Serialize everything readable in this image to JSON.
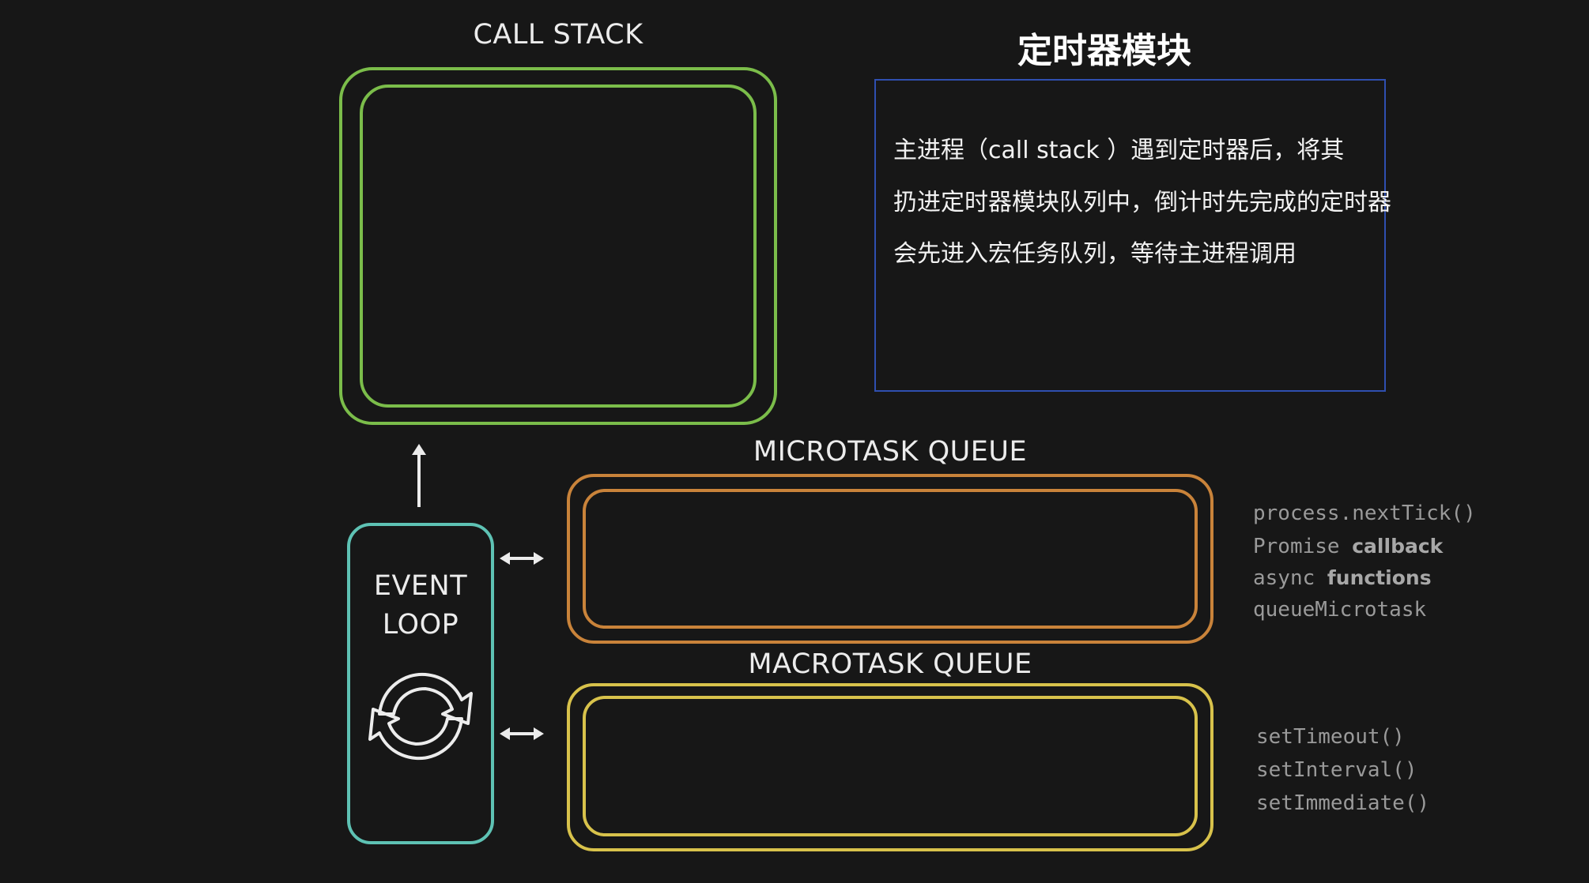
{
  "call_stack": {
    "title": "CALL STACK"
  },
  "timer_module": {
    "title": "定时器模块",
    "lines": [
      "主进程（call stack ）遇到定时器后，将其",
      "扔进定时器模块队列中，倒计时先完成的定时器",
      "会先进入宏任务队列，等待主进程调用"
    ]
  },
  "microtask_queue": {
    "title": "MICROTASK QUEUE",
    "sources": [
      {
        "code": "process.nextTick()",
        "word": ""
      },
      {
        "code": "Promise ",
        "word": "callback"
      },
      {
        "code": "async ",
        "word": "functions"
      },
      {
        "code": "queueMicrotask",
        "word": ""
      }
    ]
  },
  "macrotask_queue": {
    "title": "MACROTASK QUEUE",
    "sources": [
      "setTimeout()",
      "setInterval()",
      "setImmediate()"
    ]
  },
  "event_loop": {
    "line1": "EVENT",
    "line2": "LOOP",
    "icon": "refresh-cycle-icon"
  },
  "colors": {
    "background": "#171717",
    "call_stack": "#7bbd4a",
    "timer_box": "#2f4fb0",
    "microtask": "#c9833a",
    "macrotask": "#d8c24b",
    "event_loop": "#5ec2b4"
  }
}
